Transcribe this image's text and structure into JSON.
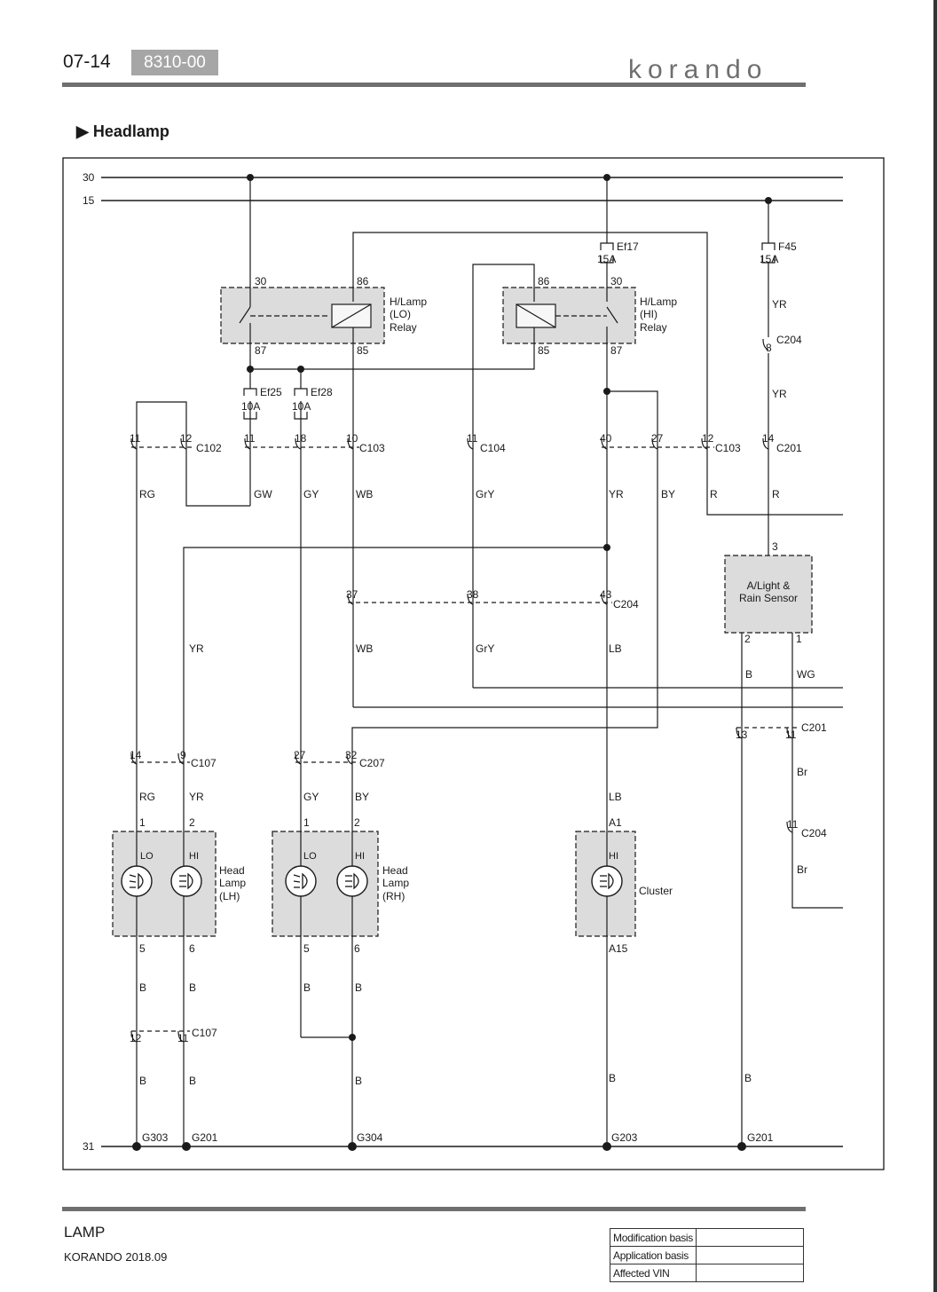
{
  "header": {
    "page_number": "07-14",
    "section_code": "8310-00",
    "brand": "korando"
  },
  "title": "Headlamp",
  "footer": {
    "category": "LAMP",
    "model": "KORANDO 2018.09",
    "table": [
      {
        "label": "Modification basis",
        "value": ""
      },
      {
        "label": "Application basis",
        "value": ""
      },
      {
        "label": "Affected VIN",
        "value": ""
      }
    ]
  },
  "diagram": {
    "bus": {
      "b30": "30",
      "b15": "15",
      "b31": "31"
    },
    "relay_lo": {
      "label1": "H/Lamp",
      "label2": "(LO)",
      "label3": "Relay",
      "p30": "30",
      "p86": "86",
      "p87": "87",
      "p85": "85"
    },
    "relay_hi": {
      "label1": "H/Lamp",
      "label2": "(HI)",
      "label3": "Relay",
      "p86": "86",
      "p30": "30",
      "p85": "85",
      "p87": "87"
    },
    "fuses": {
      "ef17_name": "Ef17",
      "ef17_rating": "15A",
      "f45_name": "F45",
      "f45_rating": "15A",
      "ef25_name": "Ef25",
      "ef25_rating": "10A",
      "ef28_name": "Ef28",
      "ef28_rating": "10A"
    },
    "connectors": {
      "c102": "C102",
      "c103a": "C103",
      "c104": "C104",
      "c103b": "C103",
      "c201a": "C201",
      "c204a": "C204",
      "c204b": "C204",
      "c107a": "C107",
      "c207": "C207",
      "c201b": "C201",
      "c204c": "C204",
      "c107b": "C107"
    },
    "pins": {
      "p11a": "11",
      "p12a": "12",
      "p11b": "11",
      "p18": "18",
      "p10": "10",
      "p11c": "11",
      "p40": "40",
      "p27a": "27",
      "p12b": "12",
      "p14a": "14",
      "p8": "8",
      "p37": "37",
      "p38": "38",
      "p43": "43",
      "p14b": "14",
      "p9": "9",
      "p27b": "27",
      "p32": "32",
      "p13": "13",
      "p11d": "11",
      "p11e": "11",
      "p12c": "12",
      "p11f": "11",
      "s3": "3",
      "s2": "2",
      "s1": "1",
      "lh1": "1",
      "lh2": "2",
      "lh5": "5",
      "lh6": "6",
      "rh1": "1",
      "rh2": "2",
      "rh5": "5",
      "rh6": "6",
      "cla1": "A1",
      "cla15": "A15"
    },
    "wires": {
      "rg1": "RG",
      "gw": "GW",
      "gy1": "GY",
      "wb1": "WB",
      "gry1": "GrY",
      "yr1": "YR",
      "by1": "BY",
      "r1": "R",
      "r2": "R",
      "yr2": "YR",
      "yr3": "YR",
      "yr4": "YR",
      "wb2": "WB",
      "gry2": "GrY",
      "lb1": "LB",
      "b1": "B",
      "wg": "WG",
      "br1": "Br",
      "rg2": "RG",
      "yr5": "YR",
      "gy2": "GY",
      "by2": "BY",
      "lb2": "LB",
      "b2": "B",
      "b3": "B",
      "b4": "B",
      "b5": "B",
      "b6": "B",
      "b7": "B",
      "b8": "B",
      "b9": "B",
      "b10": "B",
      "br2": "Br"
    },
    "sensor": {
      "line1": "A/Light &",
      "line2": "Rain Sensor"
    },
    "headlamp_lh": {
      "lo": "LO",
      "hi": "HI",
      "l1": "Head",
      "l2": "Lamp",
      "l3": "(LH)"
    },
    "headlamp_rh": {
      "lo": "LO",
      "hi": "HI",
      "l1": "Head",
      "l2": "Lamp",
      "l3": "(RH)"
    },
    "cluster": {
      "hi": "HI",
      "label": "Cluster"
    },
    "grounds": {
      "g303": "G303",
      "g201a": "G201",
      "g304": "G304",
      "g203": "G203",
      "g201b": "G201"
    }
  }
}
